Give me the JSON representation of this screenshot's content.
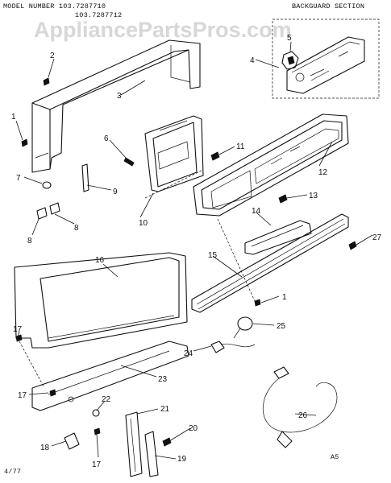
{
  "header": {
    "model_number": "MODEL NUMBER 103.7287710",
    "model_number_alt": "103.7287712",
    "section": "BACKGUARD SECTION"
  },
  "watermark": "AppliancePartsPros.com",
  "footer": {
    "date": "4/77",
    "code": "A5"
  },
  "callouts": [
    {
      "id": "c1a",
      "label": "1"
    },
    {
      "id": "c2",
      "label": "2"
    },
    {
      "id": "c3",
      "label": "3"
    },
    {
      "id": "c4",
      "label": "4"
    },
    {
      "id": "c5",
      "label": "5"
    },
    {
      "id": "c6",
      "label": "6"
    },
    {
      "id": "c7",
      "label": "7"
    },
    {
      "id": "c8a",
      "label": "8"
    },
    {
      "id": "c8b",
      "label": "8"
    },
    {
      "id": "c9",
      "label": "9"
    },
    {
      "id": "c10",
      "label": "10"
    },
    {
      "id": "c11",
      "label": "11"
    },
    {
      "id": "c12",
      "label": "12"
    },
    {
      "id": "c13",
      "label": "13"
    },
    {
      "id": "c14",
      "label": "14"
    },
    {
      "id": "c15",
      "label": "15"
    },
    {
      "id": "c1b",
      "label": "1"
    },
    {
      "id": "c27",
      "label": "27"
    },
    {
      "id": "c16",
      "label": "16"
    },
    {
      "id": "c25",
      "label": "25"
    },
    {
      "id": "c24",
      "label": "24"
    },
    {
      "id": "c17a",
      "label": "17"
    },
    {
      "id": "c23",
      "label": "23"
    },
    {
      "id": "c17b",
      "label": "17"
    },
    {
      "id": "c22",
      "label": "22"
    },
    {
      "id": "c21",
      "label": "21"
    },
    {
      "id": "c20",
      "label": "20"
    },
    {
      "id": "c18",
      "label": "18"
    },
    {
      "id": "c19",
      "label": "19"
    },
    {
      "id": "c17c",
      "label": "17"
    },
    {
      "id": "c26",
      "label": "26"
    }
  ]
}
